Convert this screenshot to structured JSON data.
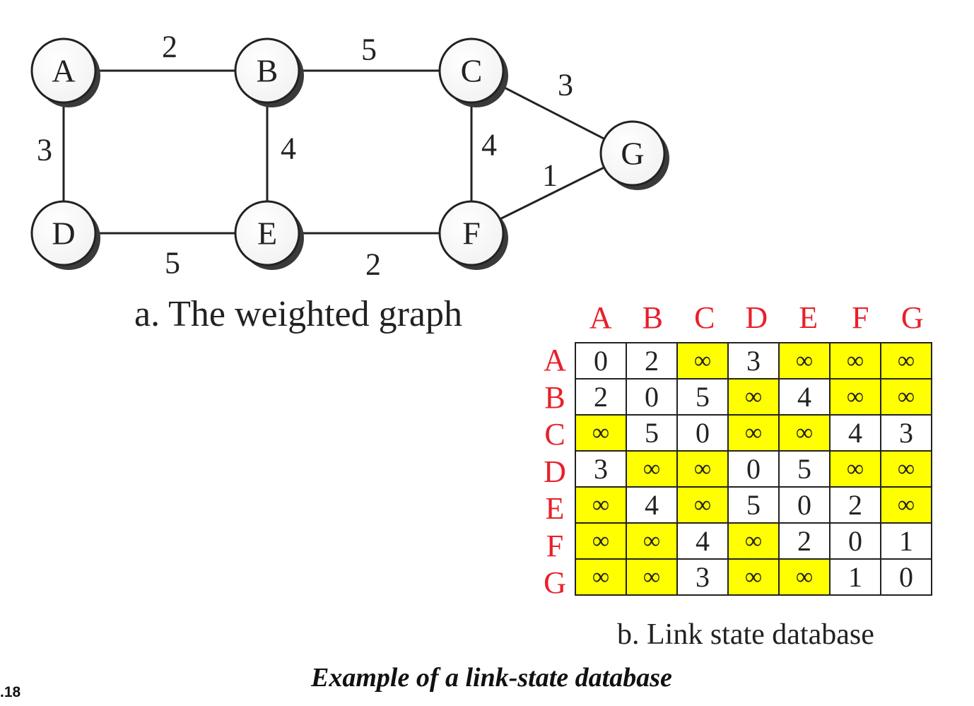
{
  "graph": {
    "caption": "a. The weighted graph",
    "nodes": [
      "A",
      "B",
      "C",
      "D",
      "E",
      "F",
      "G"
    ],
    "edges": [
      {
        "from": "A",
        "to": "B",
        "weight": "2"
      },
      {
        "from": "B",
        "to": "C",
        "weight": "5"
      },
      {
        "from": "C",
        "to": "G",
        "weight": "3"
      },
      {
        "from": "A",
        "to": "D",
        "weight": "3"
      },
      {
        "from": "B",
        "to": "E",
        "weight": "4"
      },
      {
        "from": "C",
        "to": "F",
        "weight": "4"
      },
      {
        "from": "F",
        "to": "G",
        "weight": "1"
      },
      {
        "from": "D",
        "to": "E",
        "weight": "5"
      },
      {
        "from": "E",
        "to": "F",
        "weight": "2"
      }
    ]
  },
  "database": {
    "caption": "b. Link state database",
    "columns": [
      "A",
      "B",
      "C",
      "D",
      "E",
      "F",
      "G"
    ],
    "rows": [
      {
        "label": "A",
        "cells": [
          "0",
          "2",
          "∞",
          "3",
          "∞",
          "∞",
          "∞"
        ]
      },
      {
        "label": "B",
        "cells": [
          "2",
          "0",
          "5",
          "∞",
          "4",
          "∞",
          "∞"
        ]
      },
      {
        "label": "C",
        "cells": [
          "∞",
          "5",
          "0",
          "∞",
          "∞",
          "4",
          "3"
        ]
      },
      {
        "label": "D",
        "cells": [
          "3",
          "∞",
          "∞",
          "0",
          "5",
          "∞",
          "∞"
        ]
      },
      {
        "label": "E",
        "cells": [
          "∞",
          "4",
          "∞",
          "5",
          "0",
          "2",
          "∞"
        ]
      },
      {
        "label": "F",
        "cells": [
          "∞",
          "∞",
          "4",
          "∞",
          "2",
          "0",
          "1"
        ]
      },
      {
        "label": "G",
        "cells": [
          "∞",
          "∞",
          "3",
          "∞",
          "∞",
          "1",
          "0"
        ]
      }
    ],
    "highlight_color": "#ffff00",
    "header_color": "#e8202a"
  },
  "figure": {
    "caption": "Example of a link-state database",
    "number": ".18"
  }
}
